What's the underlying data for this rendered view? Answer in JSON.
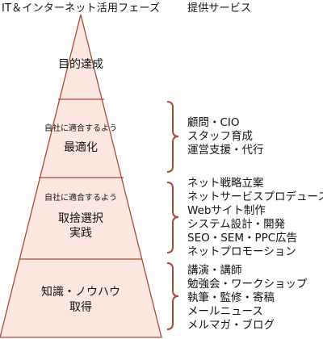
{
  "header": {
    "left": "IT＆インターネット活用フェーズ",
    "right": "提供サービス"
  },
  "colors": {
    "fill": "#fbe7e0",
    "stroke": "#a64a36"
  },
  "pyramid": {
    "tiers": [
      {
        "sub": "",
        "lines": [
          "目的達成"
        ]
      },
      {
        "sub": "自社に適合するよう",
        "lines": [
          "最適化"
        ]
      },
      {
        "sub": "自社に適合するよう",
        "lines": [
          "取捨選択",
          "実践"
        ]
      },
      {
        "sub": "",
        "lines": [
          "知識・ノウハウ",
          "取得"
        ]
      }
    ]
  },
  "services": [
    {
      "items": [
        "顧問・CIO",
        "スタッフ育成",
        "運営支援・代行"
      ]
    },
    {
      "items": [
        "ネット戦略立案",
        "ネットサービスプロデュース",
        "Webサイト制作",
        "システム設計・開発",
        "SEO・SEM・PPC広告",
        "ネットプロモーション"
      ]
    },
    {
      "items": [
        "講演・講師",
        "勉強会・ワークショップ",
        "執筆・監修・寄稿",
        "メールニュース",
        "メルマガ・ブログ"
      ]
    }
  ]
}
